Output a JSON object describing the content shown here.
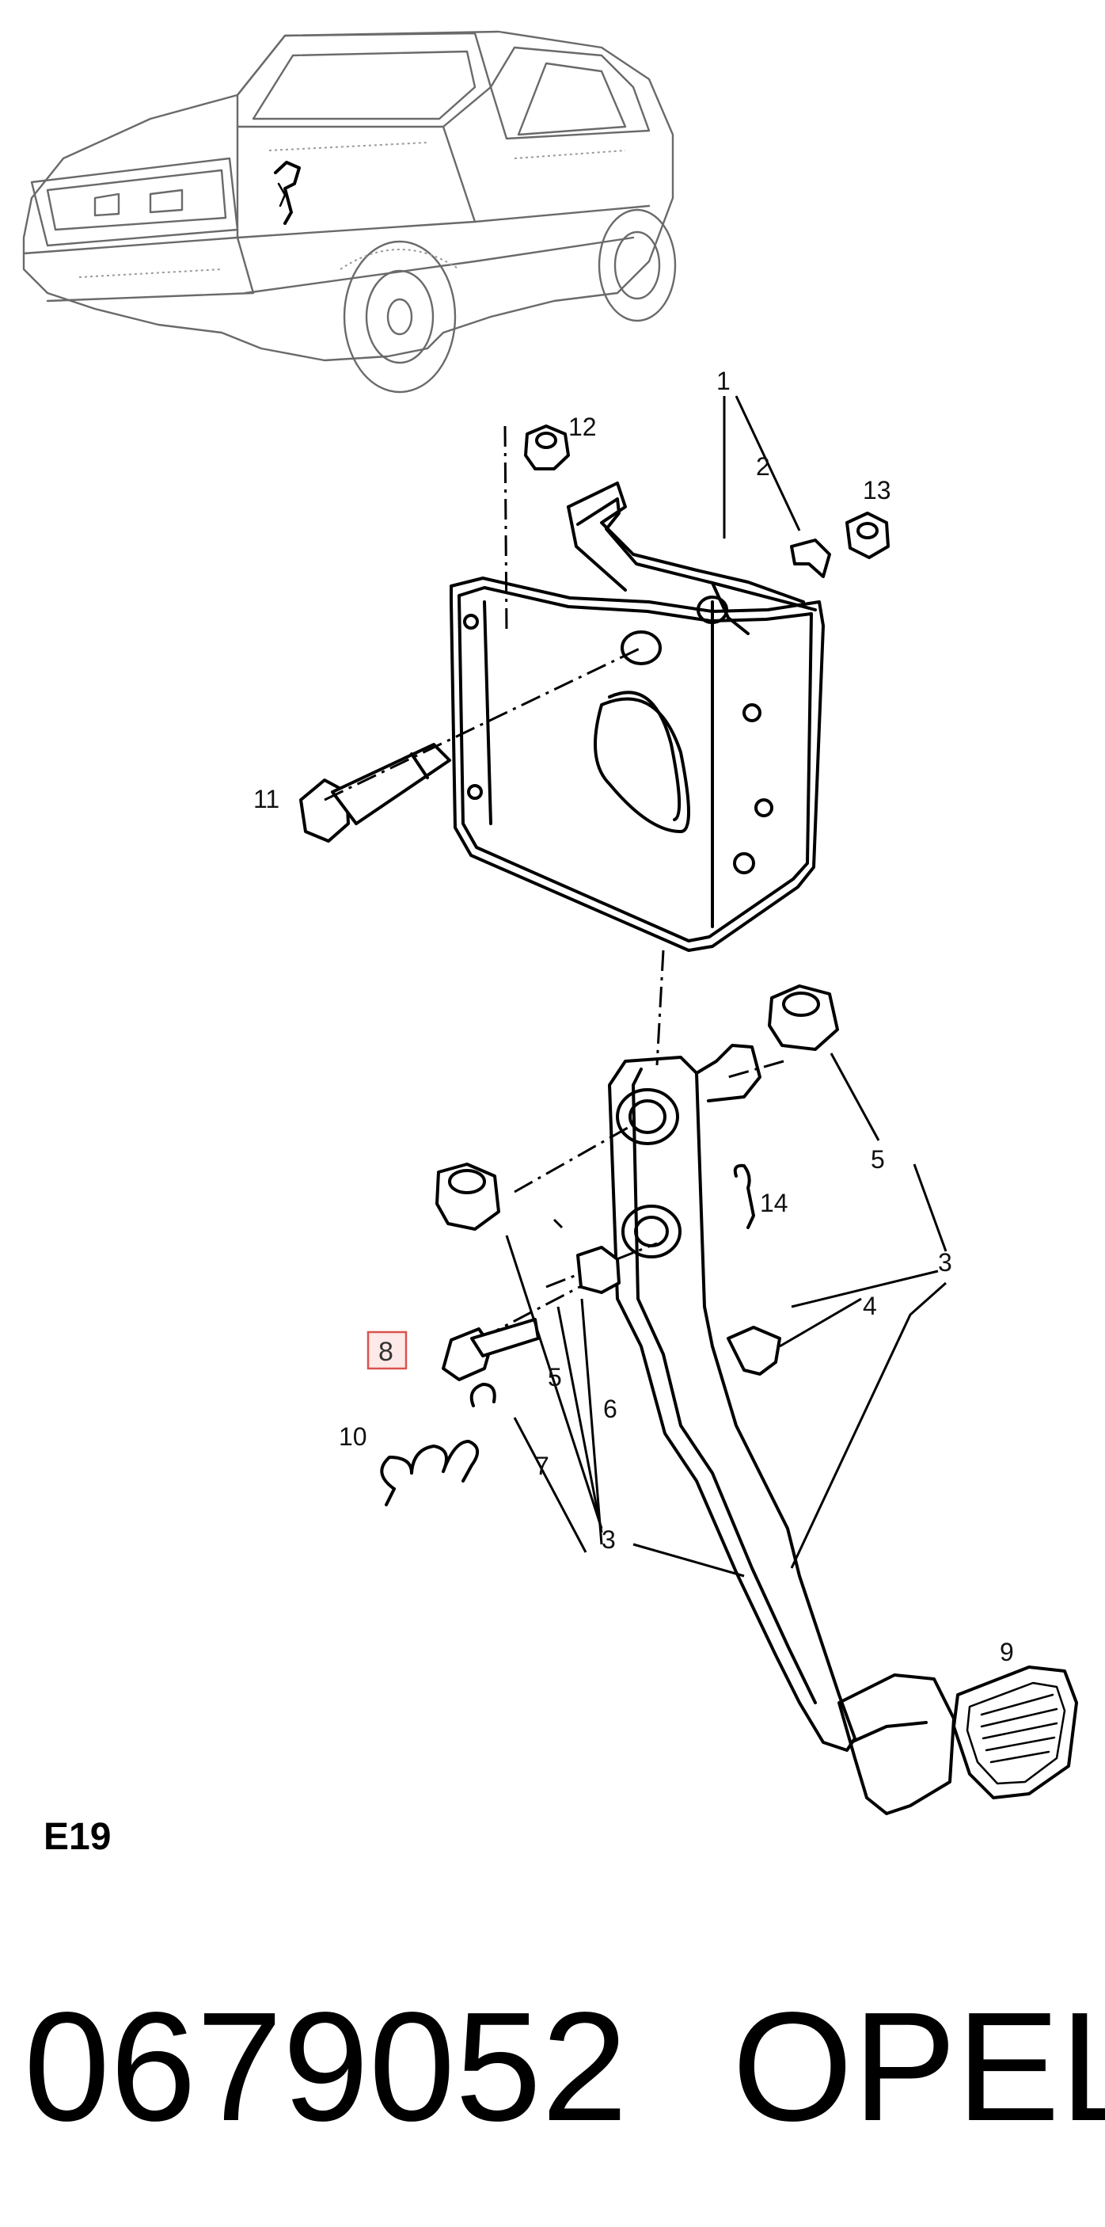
{
  "callouts": {
    "c1": "1",
    "c2": "2",
    "c3a": "3",
    "c3b": "3",
    "c4": "4",
    "c5a": "5",
    "c5b": "5",
    "c6": "6",
    "c7": "7",
    "c8": "8",
    "c9": "9",
    "c10": "10",
    "c11": "11",
    "c12": "12",
    "c13": "13",
    "c14": "14"
  },
  "section_label": "E19",
  "part_number": "0679052",
  "brand": "OPEL",
  "highlighted_callout_color": "#d9534f"
}
